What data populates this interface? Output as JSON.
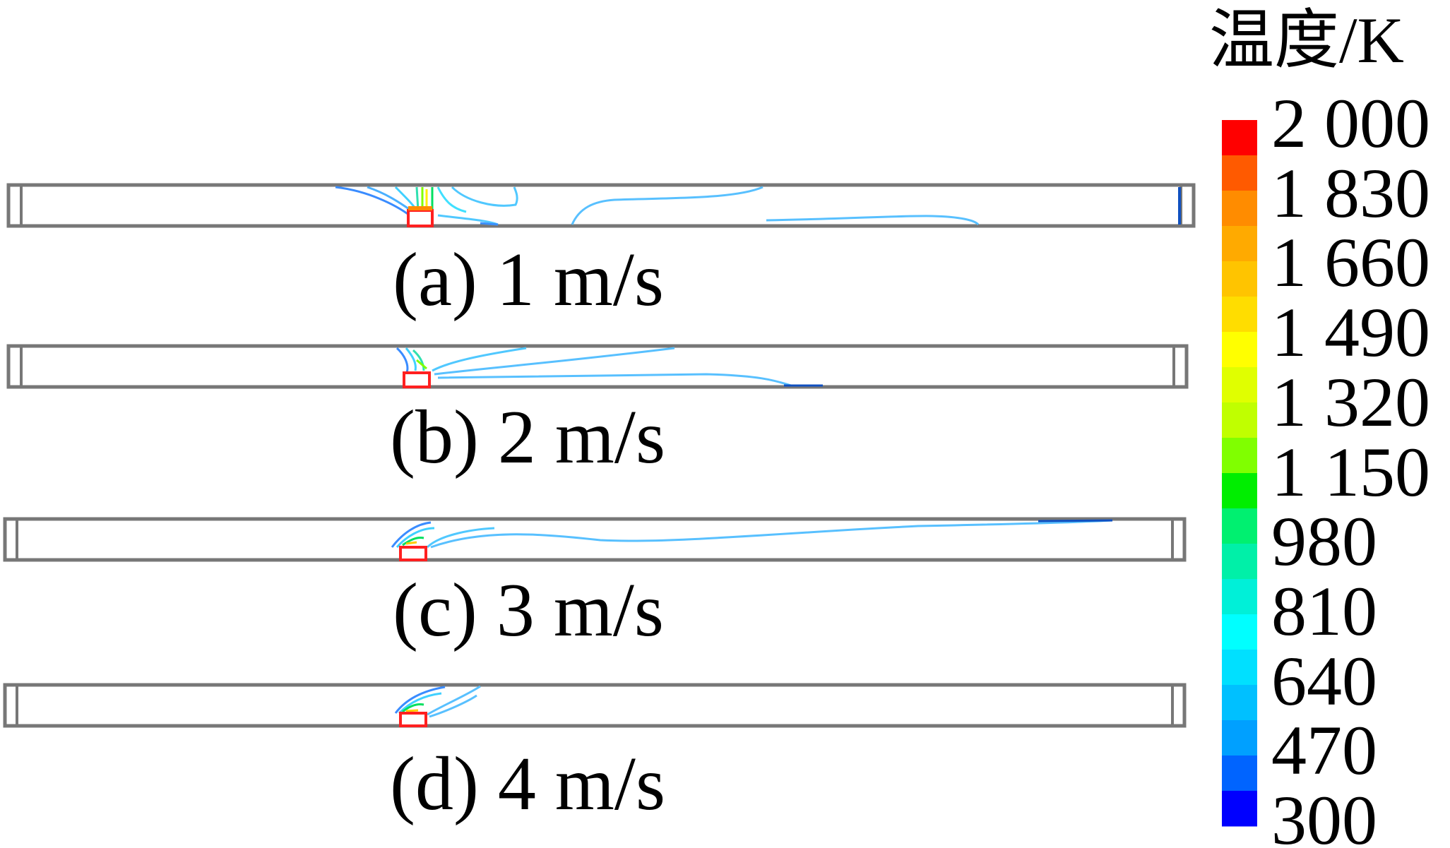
{
  "legend": {
    "title": "温度/K",
    "ticks": [
      "2 000",
      "1 830",
      "1 660",
      "1 490",
      "1 320",
      "1 150",
      "980",
      "810",
      "640",
      "470",
      "300"
    ],
    "band_colors": [
      "#ff0000",
      "#ff5a00",
      "#ff8c00",
      "#ffaa00",
      "#ffc400",
      "#ffdd00",
      "#ffff00",
      "#e0ff00",
      "#c0ff00",
      "#80ff00",
      "#00ee00",
      "#00f070",
      "#00f0a8",
      "#00f0d8",
      "#00ffff",
      "#00e0ff",
      "#00c0ff",
      "#00a0ff",
      "#0064ff",
      "#0000ff"
    ]
  },
  "panels": [
    {
      "label": "(a) 1 m/s"
    },
    {
      "label": "(b) 2 m/s"
    },
    {
      "label": "(c) 3 m/s"
    },
    {
      "label": "(d) 4 m/s"
    }
  ]
}
